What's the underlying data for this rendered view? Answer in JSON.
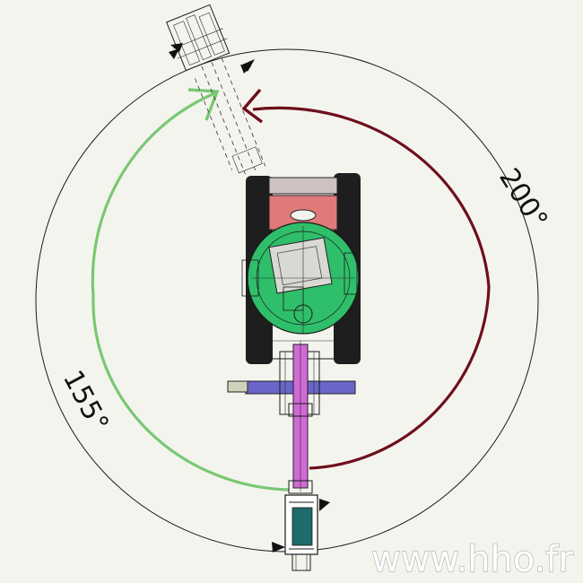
{
  "labels": {
    "angle_right": "200°",
    "angle_left": "155°",
    "watermark": "www.hho.fr"
  },
  "colors": {
    "background": "#f4f4ee",
    "arc_right": "#6e0f1c",
    "arc_left": "#79c873",
    "outer_circle": "#1a1a1a",
    "turret": "#2fbf6a",
    "track": "#1e1e1e",
    "cross_beam": "#6a66c9",
    "boom_arm": "#d06ad6",
    "counterweight": "#e07a7a",
    "bucket": "#1f6b6b"
  }
}
